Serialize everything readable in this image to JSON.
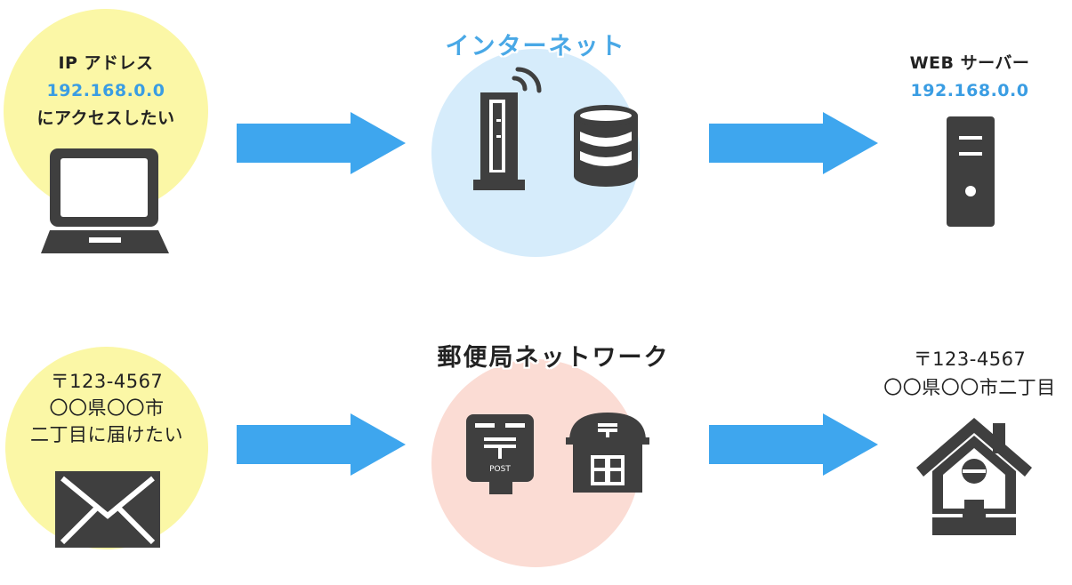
{
  "colors": {
    "yellow_circle": "#fbf7a6",
    "blue_circle": "#d6ecfb",
    "pink_circle": "#fbdcd4",
    "arrow": "#3ea6ee",
    "icon": "#3f3f3f",
    "accent_blue": "#3a9de3"
  },
  "internet_row": {
    "sender": {
      "line1": "IP アドレス",
      "ip": "192.168.0.0",
      "line3": "にアクセスしたい",
      "icon": "laptop-icon"
    },
    "network": {
      "title": "インターネット",
      "icons": [
        "router-icon",
        "database-icon"
      ]
    },
    "receiver": {
      "line1": "WEB サーバー",
      "ip": "192.168.0.0",
      "icon": "server-icon"
    }
  },
  "postal_row": {
    "sender": {
      "line1": "〒123-4567",
      "line2": "〇〇県〇〇市",
      "line3": "二丁目に届けたい",
      "icon": "envelope-icon"
    },
    "network": {
      "title": "郵便局ネットワーク",
      "postbox_text": "POST",
      "icons": [
        "postbox-icon",
        "post-office-icon"
      ]
    },
    "receiver": {
      "line1": "〒123-4567",
      "line2": "〇〇県〇〇市二丁目",
      "icon": "house-icon"
    }
  }
}
